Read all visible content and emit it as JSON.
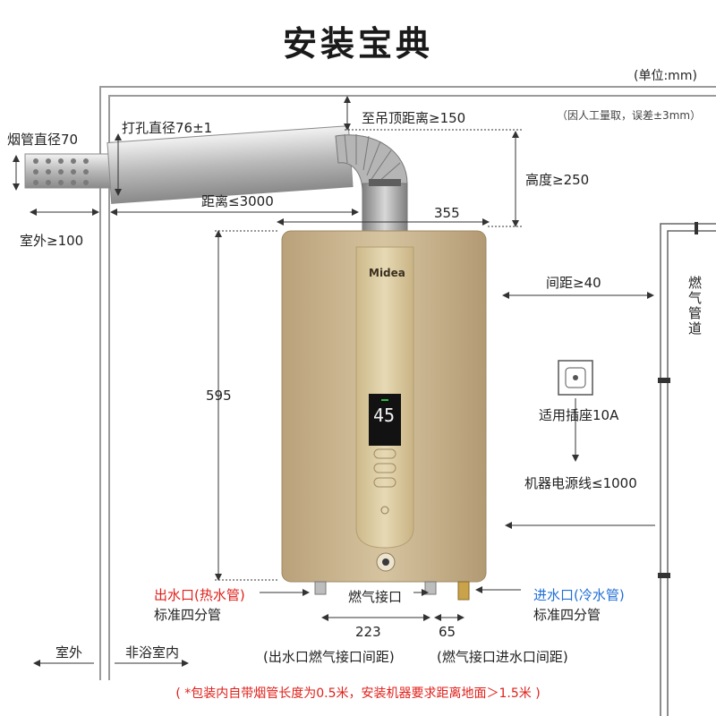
{
  "title": "安装宝典",
  "unit": "(单位:mm)",
  "note_measure": "（因人工量取，误差±3mm）",
  "brand": "Midea",
  "display_temp": "45",
  "labels": {
    "flue_diameter": "烟管直径70",
    "hole_diameter": "打孔直径76±1",
    "to_ceiling": "至吊顶距离≥150",
    "height_250": "高度≥250",
    "distance_3000": "距离≤3000",
    "width_355": "355",
    "outdoor_100": "室外≥100",
    "height_595": "595",
    "gap_40": "间距≥40",
    "gas_pipe": "燃气管道",
    "socket": "适用插座10A",
    "power_cord": "机器电源线≤1000",
    "hot_outlet": "出水口(热水管)",
    "hot_spec": "标准四分管",
    "gas_inlet": "燃气接口",
    "cold_inlet": "进水口(冷水管)",
    "cold_spec": "标准四分管",
    "dist_223": "223",
    "dist_65": "65",
    "desc_223": "(出水口燃气接口间距)",
    "desc_65": "(燃气接口进水口间距)",
    "outdoor": "室外",
    "indoor": "非浴室内",
    "footnote": "( *包装内自带烟管长度为0.5米，安装机器要求距离地面＞1.5米 )"
  },
  "colors": {
    "hot": "#e0201a",
    "cold": "#1f6fd6",
    "heater_body": "#c7b08a",
    "panel": "#d8c79a",
    "wall": "#9a9a9a"
  }
}
